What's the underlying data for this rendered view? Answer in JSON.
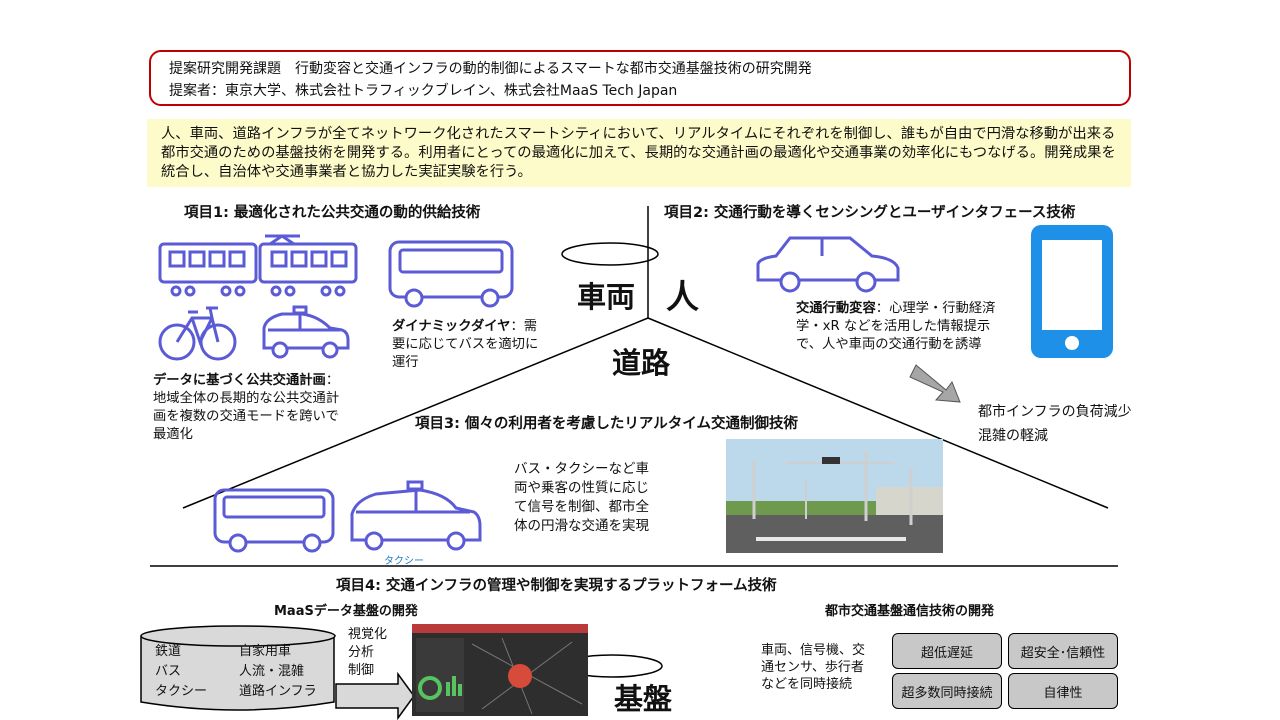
{
  "header": {
    "title_line": "提案研究開発課題　行動変容と交通インフラの動的制御によるスマートな都市交通基盤技術の研究開発",
    "proposer_line": "提案者：東京大学、株式会社トラフィックブレイン、株式会社MaaS Tech Japan"
  },
  "summary": "人、車両、道路インフラが全てネットワーク化されたスマートシティにおいて、リアルタイムにそれぞれを制御し、誰もが自由で円滑な移動が出来る都市交通のための基盤技術を開発する。利用者にとっての最適化に加えて、長期的な交通計画の最適化や交通事業の効率化にもつなげる。開発成果を統合し、自治体や交通事業者と協力した実証実験を行う。",
  "item1": {
    "heading": "項目1: 最適化された公共交通の動的供給技術",
    "dynamic_bold": "ダイナミックダイヤ",
    "dynamic_text": "：需要に応じてバスを適切に運行",
    "plan_bold": "データに基づく公共交通計画",
    "plan_text": "： 地域全体の長期的な公共交通計画を複数の交通モードを跨いで最適化"
  },
  "item2": {
    "heading": "項目2: 交通行動を導くセンシングとユーザインタフェース技術",
    "behavior_bold": "交通行動変容",
    "behavior_text": "：心理学・行動経済学・xR などを活用した情報提示で、人や車両の交通行動を誘導",
    "effect_line1": "都市インフラの負荷減少",
    "effect_line2": "混雑の軽減"
  },
  "center": {
    "vehicle": "車両",
    "person": "人",
    "road": "道路",
    "platform": "基盤"
  },
  "item3": {
    "heading": "項目3: 個々の利用者を考慮したリアルタイム交通制御技術",
    "text": "バス・タクシーなど車両や乗客の性質に応じて信号を制御、都市全体の円滑な交通を実現",
    "taxi_caption": "タクシー"
  },
  "item4": {
    "heading": "項目4: 交通インフラの管理や制御を実現するプラットフォーム技術",
    "maas_heading": "MaaSデータ基盤の開発",
    "db_items": [
      "鉄道",
      "自家用車",
      "バス",
      "人流・混雑",
      "タクシー",
      "道路インフラ"
    ],
    "arrow_labels": [
      "視覚化",
      "分析",
      "制御"
    ],
    "comm_heading": "都市交通基盤通信技術の開発",
    "comm_text": "車両、信号機、交通センサ、歩行者などを同時接続",
    "features": [
      "超低遅延",
      "超安全･信頼性",
      "超多数同時接続",
      "自律性"
    ]
  },
  "colors": {
    "title_border": "#c00000",
    "summary_bg": "#fdfbc9",
    "icon_stroke": "#5b5bd6",
    "phone_blue": "#1e90e8",
    "pill_bg": "#c8c8c8"
  }
}
